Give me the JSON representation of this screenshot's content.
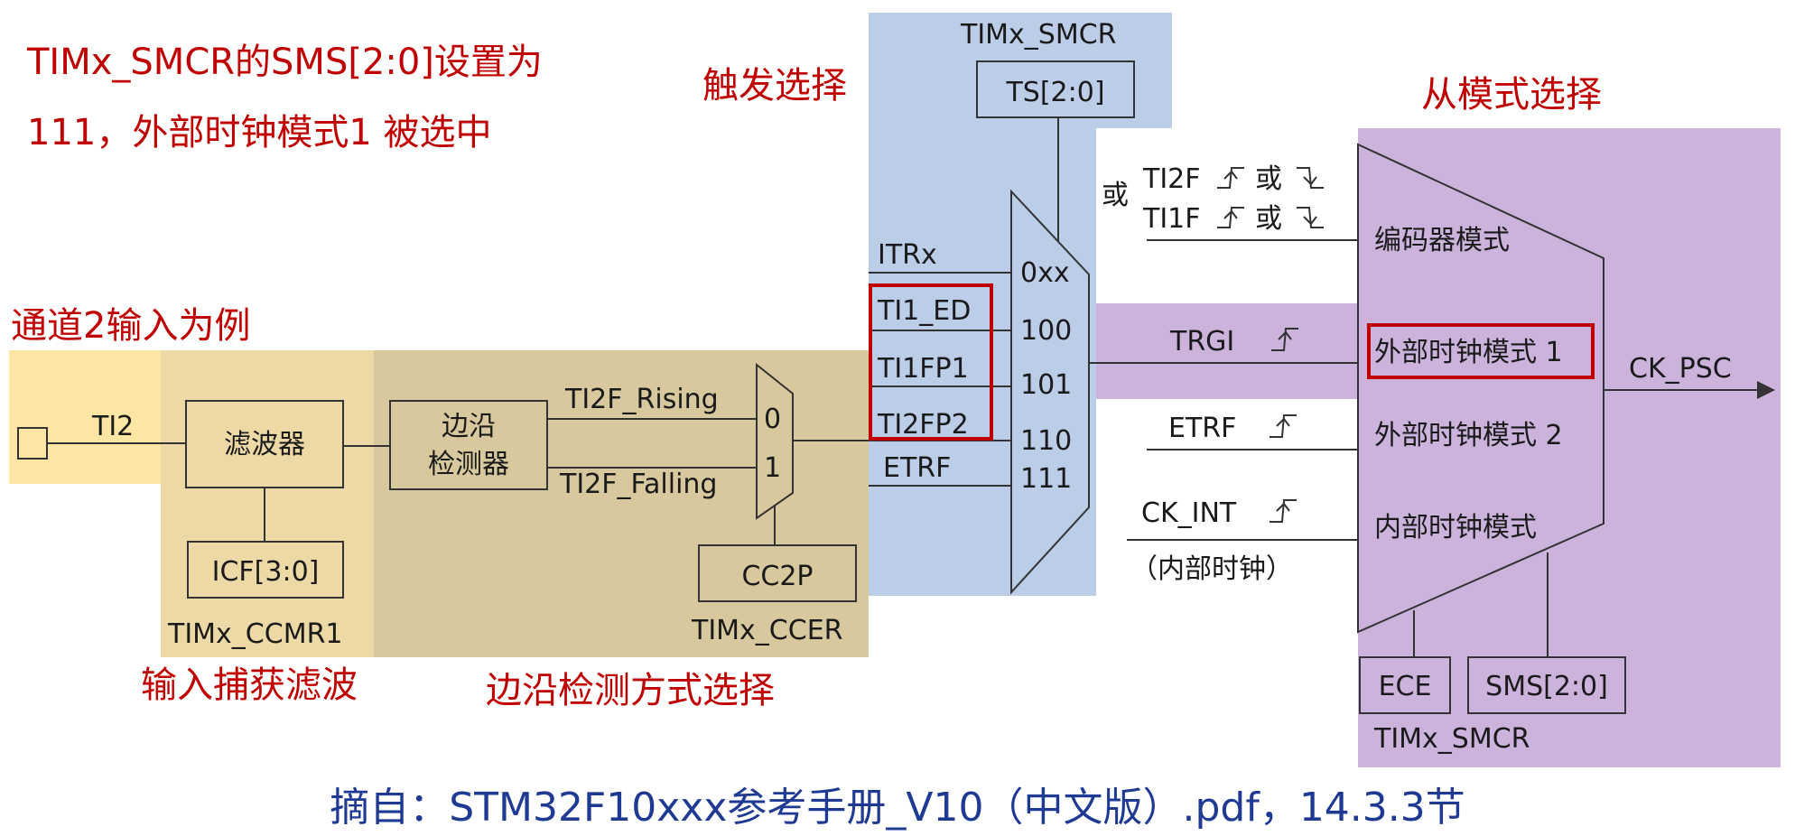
{
  "annotations": {
    "sms_line1": "TIMx_SMCR的SMS[2:0]设置为",
    "sms_line2": "111，外部时钟模式1 被选中",
    "trigger_select": "触发选择",
    "slave_mode_select": "从模式选择",
    "channel2_example": "通道2输入为例",
    "input_capture_filter": "输入捕获滤波",
    "edge_detect_select": "边沿检测方式选择"
  },
  "input": {
    "ti2": "TI2",
    "filter": "滤波器",
    "icf": "ICF[3:0]",
    "ccmr1": "TIMx_CCMR1",
    "edge_detector_line1": "边沿",
    "edge_detector_line2": "检测器",
    "rising": "TI2F_Rising",
    "falling": "TI2F_Falling",
    "mux_0": "0",
    "mux_1": "1",
    "cc2p": "CC2P",
    "ccer": "TIMx_CCER"
  },
  "trigger": {
    "smcr": "TIMx_SMCR",
    "ts": "TS[2:0]",
    "itrx": "ITRx",
    "ti1_ed": "TI1_ED",
    "ti1fp1": "TI1FP1",
    "ti2fp2": "TI2FP2",
    "etrf": "ETRF",
    "code_0xx": "0xx",
    "code_100": "100",
    "code_101": "101",
    "code_110": "110",
    "code_111": "111"
  },
  "slave": {
    "or_left": "或",
    "ti2f": "TI2F",
    "ti1f": "TI1F",
    "or": "或",
    "encoder_mode": "编码器模式",
    "trgi": "TRGI",
    "ext_clock_mode1": "外部时钟模式 1",
    "etrf": "ETRF",
    "ext_clock_mode2": "外部时钟模式 2",
    "ck_int": "CK_INT",
    "internal_clock_note": "（内部时钟）",
    "internal_clock_mode": "内部时钟模式",
    "ck_psc": "CK_PSC",
    "ece": "ECE",
    "sms": "SMS[2:0]",
    "smcr": "TIMx_SMCR"
  },
  "caption": "摘自：STM32F10xxx参考手册_V10（中文版）.pdf，14.3.3节",
  "colors": {
    "annotation_red": "#c00000",
    "highlight_box": "#c00000",
    "input_yellow": "#fde6a3",
    "filter_tan": "#ecd9a6",
    "edge_tan": "#d7c89d",
    "trigger_blue": "#bccde8",
    "slave_purple": "#cbb3dc",
    "caption_blue": "#1f3a93"
  }
}
